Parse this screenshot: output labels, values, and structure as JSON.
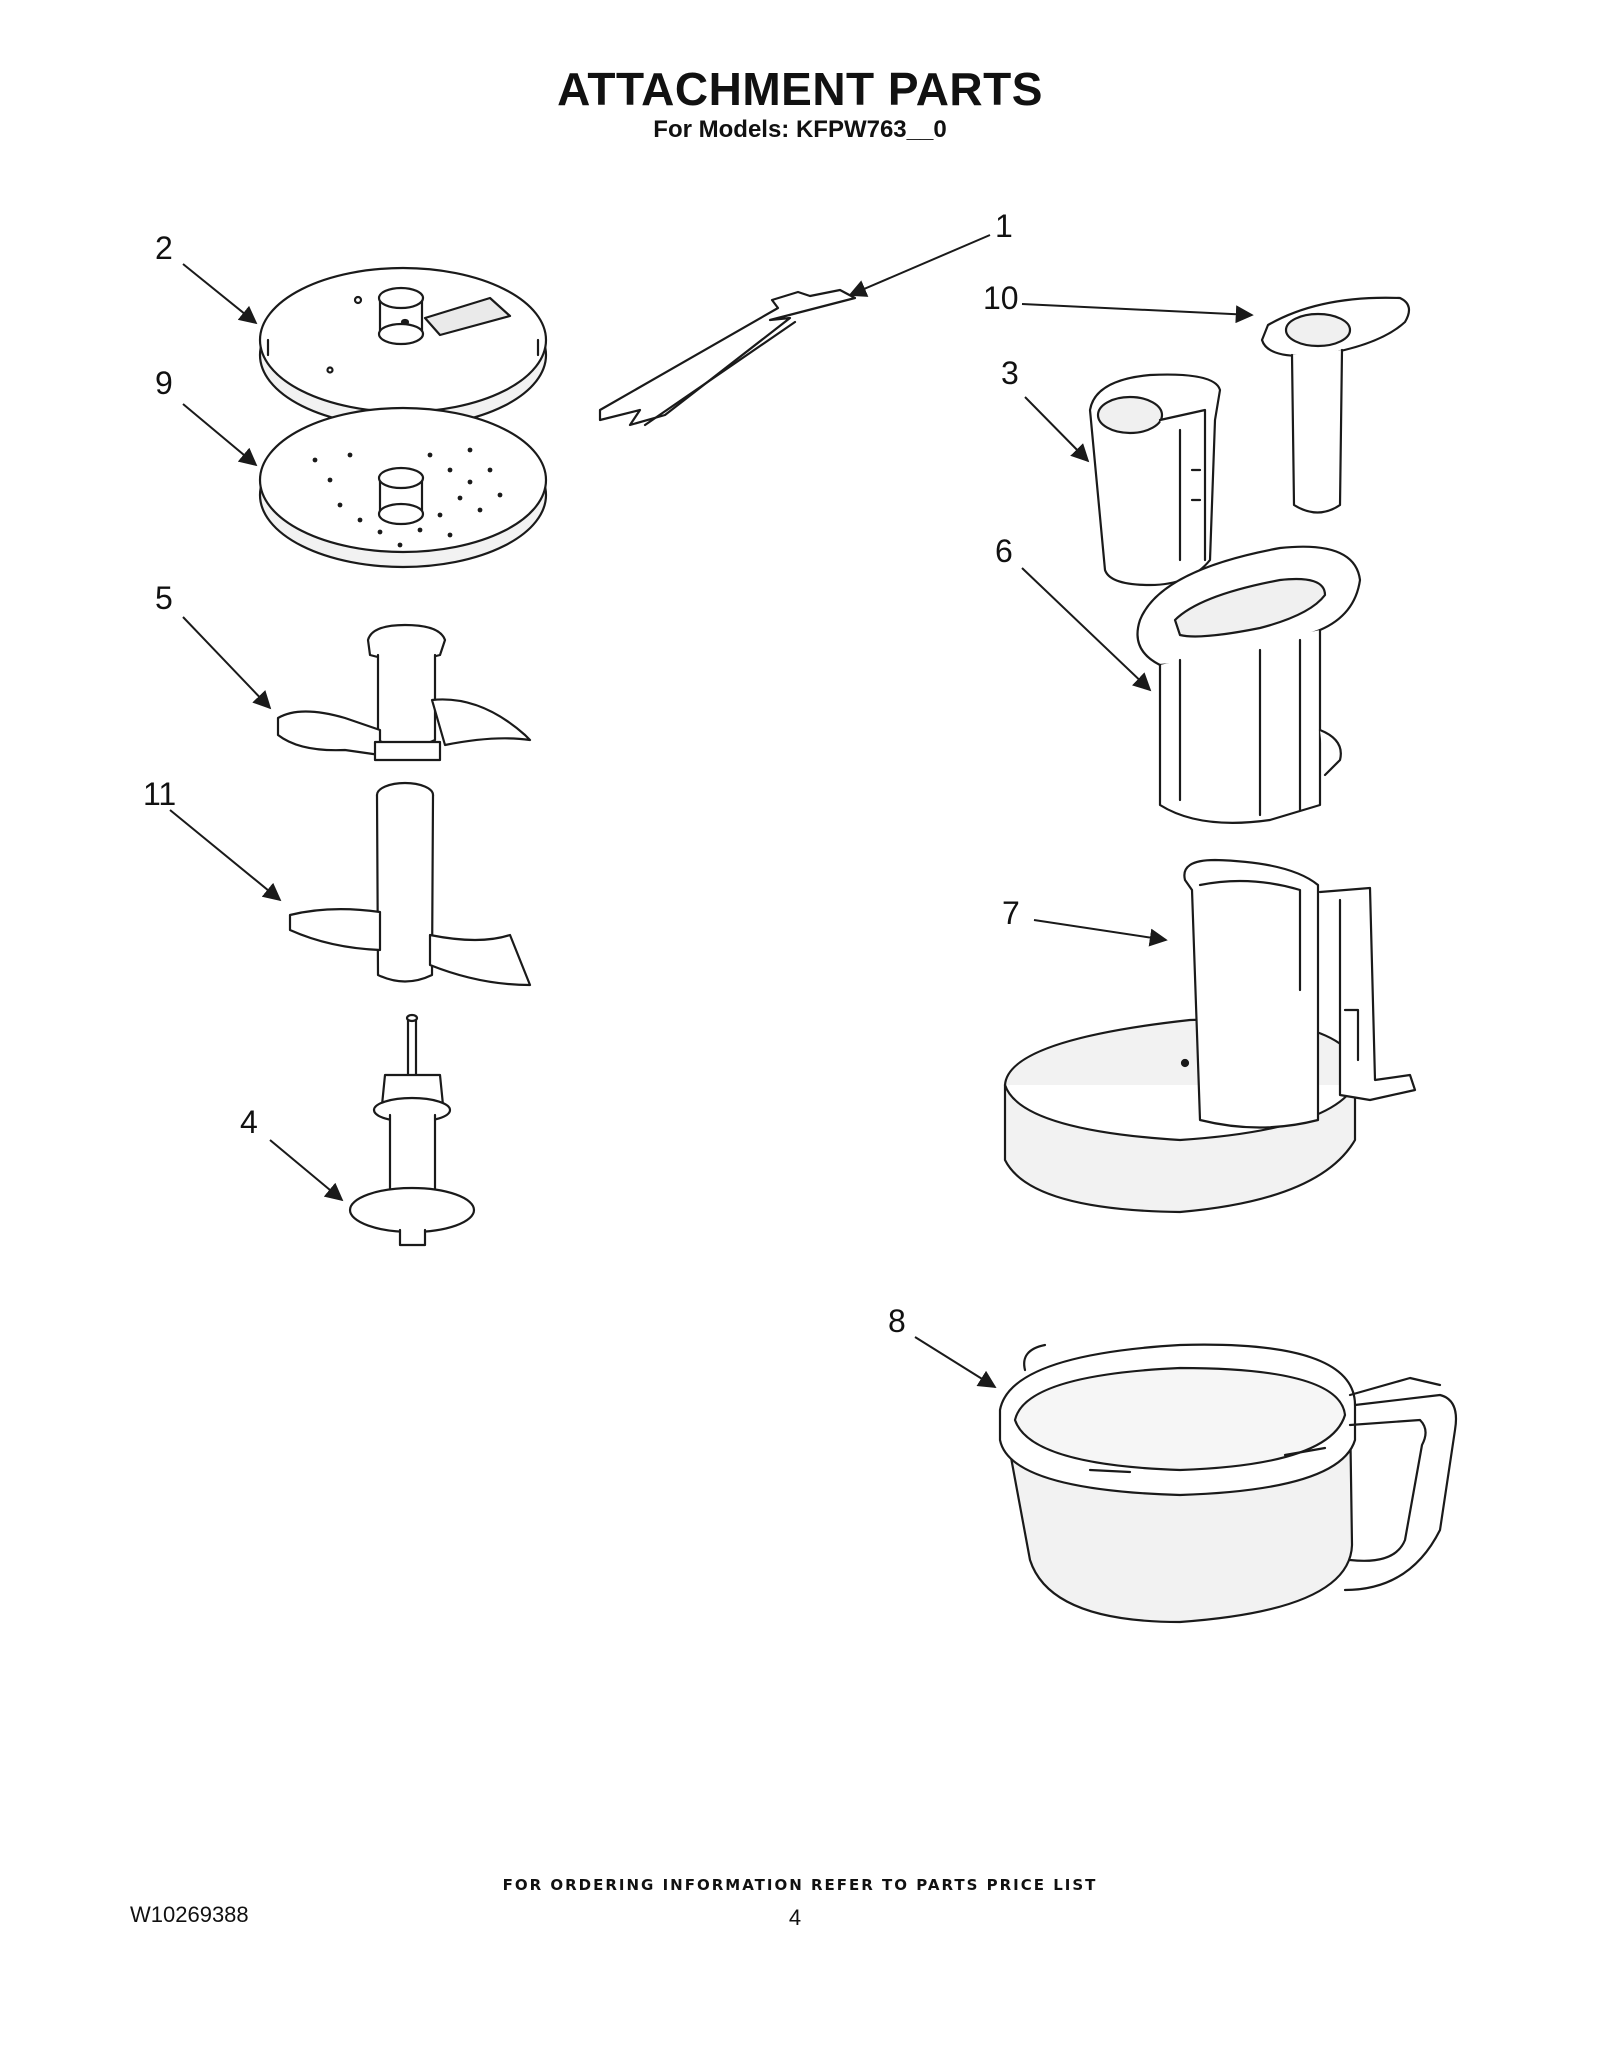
{
  "header": {
    "title": "ATTACHMENT PARTS",
    "subtitle": "For Models: KFPW763__0"
  },
  "callouts": [
    {
      "id": "1",
      "label": "1"
    },
    {
      "id": "2",
      "label": "2"
    },
    {
      "id": "3",
      "label": "3"
    },
    {
      "id": "4",
      "label": "4"
    },
    {
      "id": "5",
      "label": "5"
    },
    {
      "id": "6",
      "label": "6"
    },
    {
      "id": "7",
      "label": "7"
    },
    {
      "id": "8",
      "label": "8"
    },
    {
      "id": "9",
      "label": "9"
    },
    {
      "id": "10",
      "label": "10"
    },
    {
      "id": "11",
      "label": "11"
    }
  ],
  "footer": {
    "ordering_note": "FOR ORDERING INFORMATION REFER TO PARTS PRICE LIST",
    "doc_number": "W10269388",
    "page_number": "4"
  },
  "colors": {
    "line": "#1a1a1a",
    "fill": "#ffffff",
    "shade": "#e9e9e9"
  }
}
